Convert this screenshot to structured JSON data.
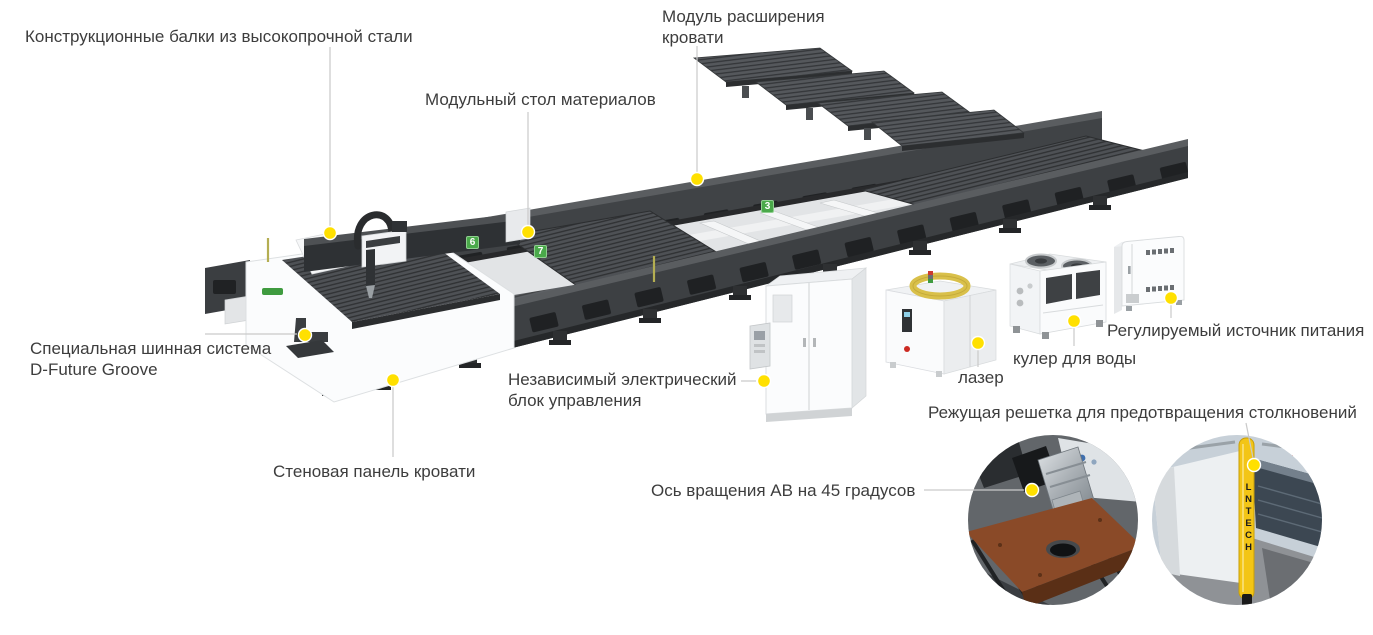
{
  "palette": {
    "background": "#ffffff",
    "accent_yellow": "#ffe000",
    "badge_green": "#4aa94a",
    "label_text": "#3d3d3d",
    "leader_line": "#c9c9c9"
  },
  "callouts": {
    "structural_beams": {
      "text": "Конструкционные балки из высокопрочной стали"
    },
    "material_table": {
      "text": "Модульный стол материалов"
    },
    "bed_extension": {
      "text": "Модуль расширения кровати"
    },
    "bus_system": {
      "text": "Специальная шинная система D-Future Groove"
    },
    "wall_panel": {
      "text": "Стеновая панель кровати"
    },
    "control_unit": {
      "text": "Независимый электрический блок управления"
    },
    "laser": {
      "text": "лазер"
    },
    "water_chiller": {
      "text": "кулер для воды"
    },
    "power_supply": {
      "text": "Регулируемый источник питания"
    },
    "collision_grid": {
      "text": "Режущая решетка для предотвращения столкновений"
    },
    "ab_axis": {
      "text": "Ось вращения AB на 45 градусов"
    }
  },
  "badges": [
    {
      "value": "6"
    },
    {
      "value": "7"
    },
    {
      "value": "3"
    }
  ],
  "photos": {
    "cutting_grid": {
      "brand": "LNTECH"
    }
  }
}
